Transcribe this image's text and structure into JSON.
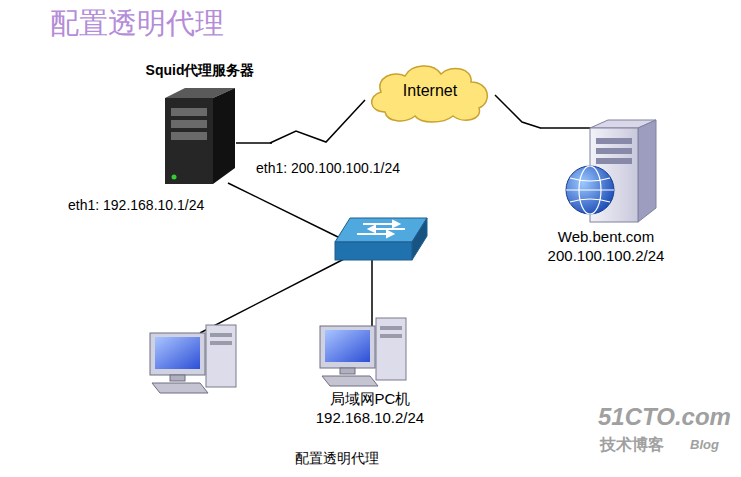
{
  "diagram": {
    "title": "配置透明代理",
    "caption": "配置透明代理",
    "nodes": [
      {
        "text": [
          "Squid代理服务器"
        ]
      },
      {
        "text": [
          "Internet"
        ]
      },
      {
        "text": [
          "Web.bent.com",
          "200.100.100.2/24"
        ]
      },
      {
        "text": [
          "局域网PC机",
          "192.168.10.2/24"
        ]
      }
    ],
    "edges": [
      {
        "from": 0,
        "to": 1,
        "arrow": "none"
      },
      {
        "from": 1,
        "to": 2,
        "arrow": "none"
      }
    ],
    "labels": [
      "eth1: 200.100.100.1/24",
      "eth1: 192.168.10.1/24",
      "51CTO.com",
      "技术博客",
      "Blog"
    ]
  }
}
